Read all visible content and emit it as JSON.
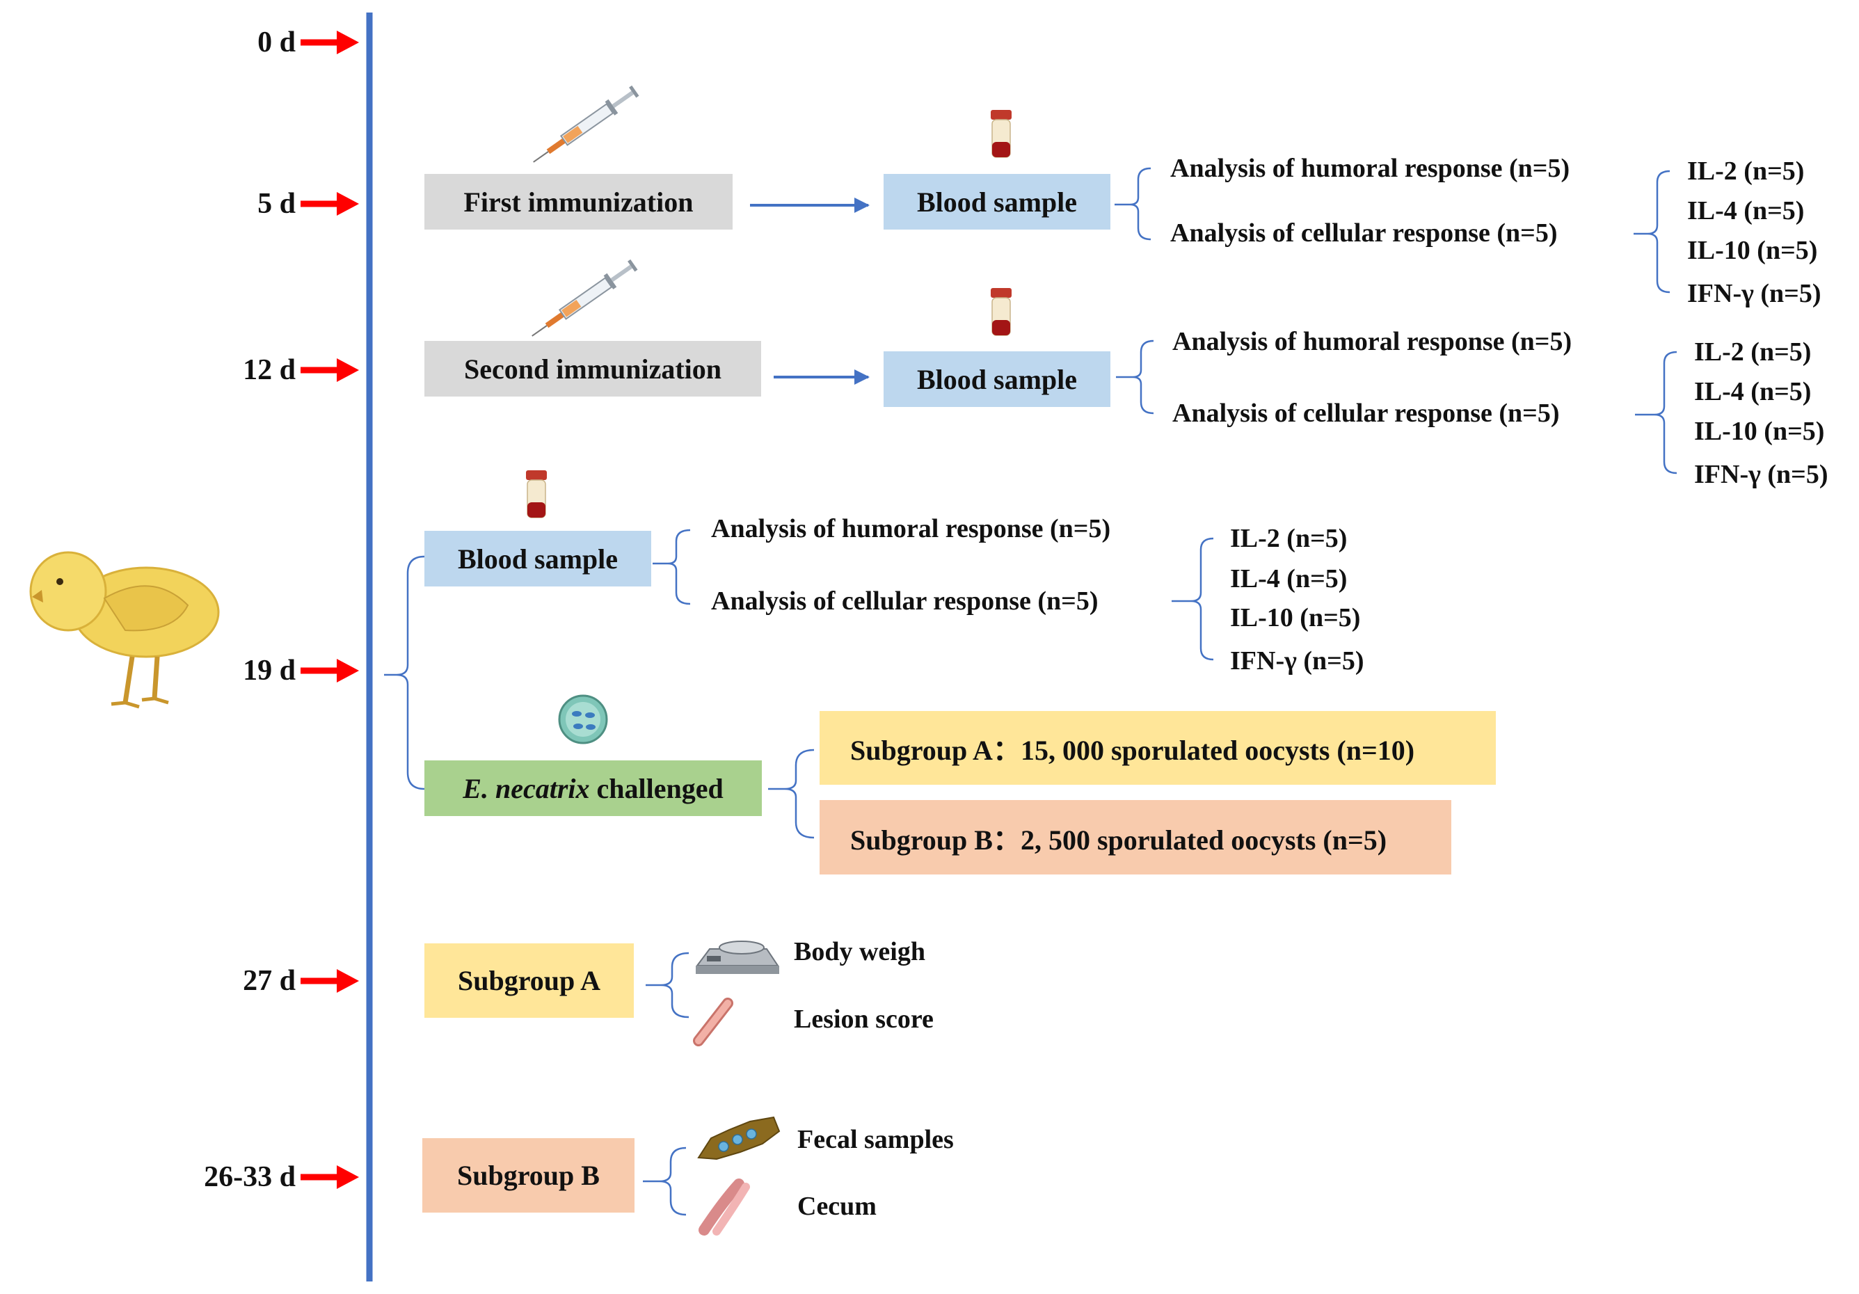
{
  "colors": {
    "timeline": "#4472c4",
    "day_arrow": "#ff0000",
    "flow_arrow": "#4472c4",
    "bracket": "#4472c4",
    "immunization_box": "#d9d9d9",
    "blood_box": "#bdd7ee",
    "challenge_box": "#a9d18e",
    "subgroup_a_box": "#ffe699",
    "subgroup_b_box": "#f8cbad"
  },
  "icons": [
    "syringe-icon",
    "blood-tube-icon",
    "oocyst-icon",
    "scale-icon",
    "intestine-icon",
    "feces-icon",
    "cecum-icon",
    "chick-icon"
  ],
  "days": {
    "d0": "0 d",
    "d5": "5 d",
    "d12": "12 d",
    "d19": "19 d",
    "d27": "27 d",
    "d26_33": "26-33 d"
  },
  "first": {
    "box": "First immunization",
    "blood": "Blood sample",
    "humoral": "Analysis of humoral response (n=5)",
    "cellular": "Analysis of cellular response (n=5)",
    "cytokines": [
      "IL-2 (n=5)",
      "IL-4 (n=5)",
      "IL-10 (n=5)",
      "IFN-γ (n=5)"
    ]
  },
  "second": {
    "box": "Second immunization",
    "blood": "Blood sample",
    "humoral": "Analysis of humoral response (n=5)",
    "cellular": "Analysis of cellular response (n=5)",
    "cytokines": [
      "IL-2 (n=5)",
      "IL-4 (n=5)",
      "IL-10 (n=5)",
      "IFN-γ (n=5)"
    ]
  },
  "third": {
    "blood": "Blood sample",
    "humoral": "Analysis of humoral response (n=5)",
    "cellular": "Analysis of cellular response (n=5)",
    "cytokines": [
      "IL-2 (n=5)",
      "IL-4 (n=5)",
      "IL-10 (n=5)",
      "IFN-γ (n=5)"
    ]
  },
  "challenge": {
    "species": "E. necatrix",
    "word": "challenged",
    "subgroup_a": "Subgroup A：15, 000 sporulated oocysts (n=10)",
    "subgroup_b": "Subgroup B：2, 500 sporulated oocysts (n=5)"
  },
  "day27": {
    "box": "Subgroup A",
    "item1": "Body weigh",
    "item2": "Lesion score"
  },
  "day26_33": {
    "box": "Subgroup B",
    "item1": "Fecal samples",
    "item2": "Cecum"
  }
}
